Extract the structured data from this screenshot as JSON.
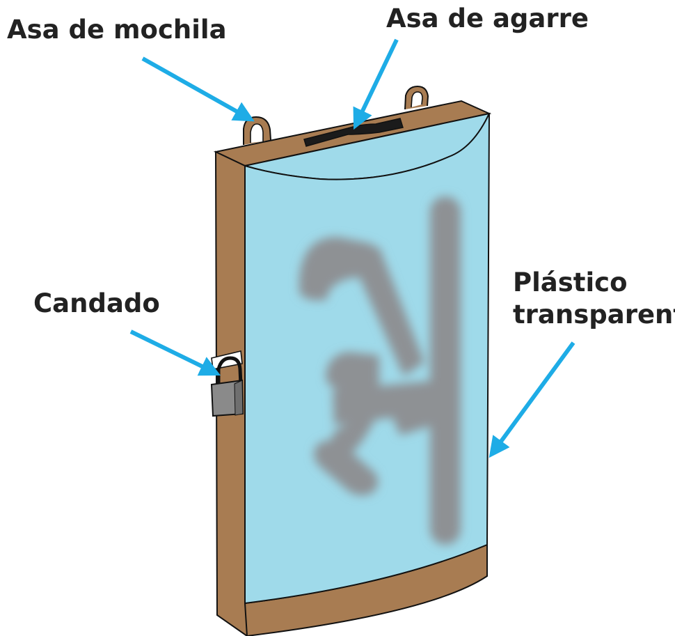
{
  "labels": {
    "backpack_handle": "Asa de mochila",
    "grab_handle": "Asa de agarre",
    "padlock": "Candado",
    "plastic_line1": "Plástico",
    "plastic_line2": "transparente"
  },
  "colors": {
    "cardboard": "#A87C52",
    "plastic": "#9FDAEA",
    "arrow": "#1EACE6",
    "silhouette": "#8E9194",
    "padlock": "#8A8A8A",
    "outline": "#111111",
    "text": "#222222"
  },
  "icons": {
    "padlock": "padlock-icon",
    "arrows": "arrow-pointer"
  }
}
